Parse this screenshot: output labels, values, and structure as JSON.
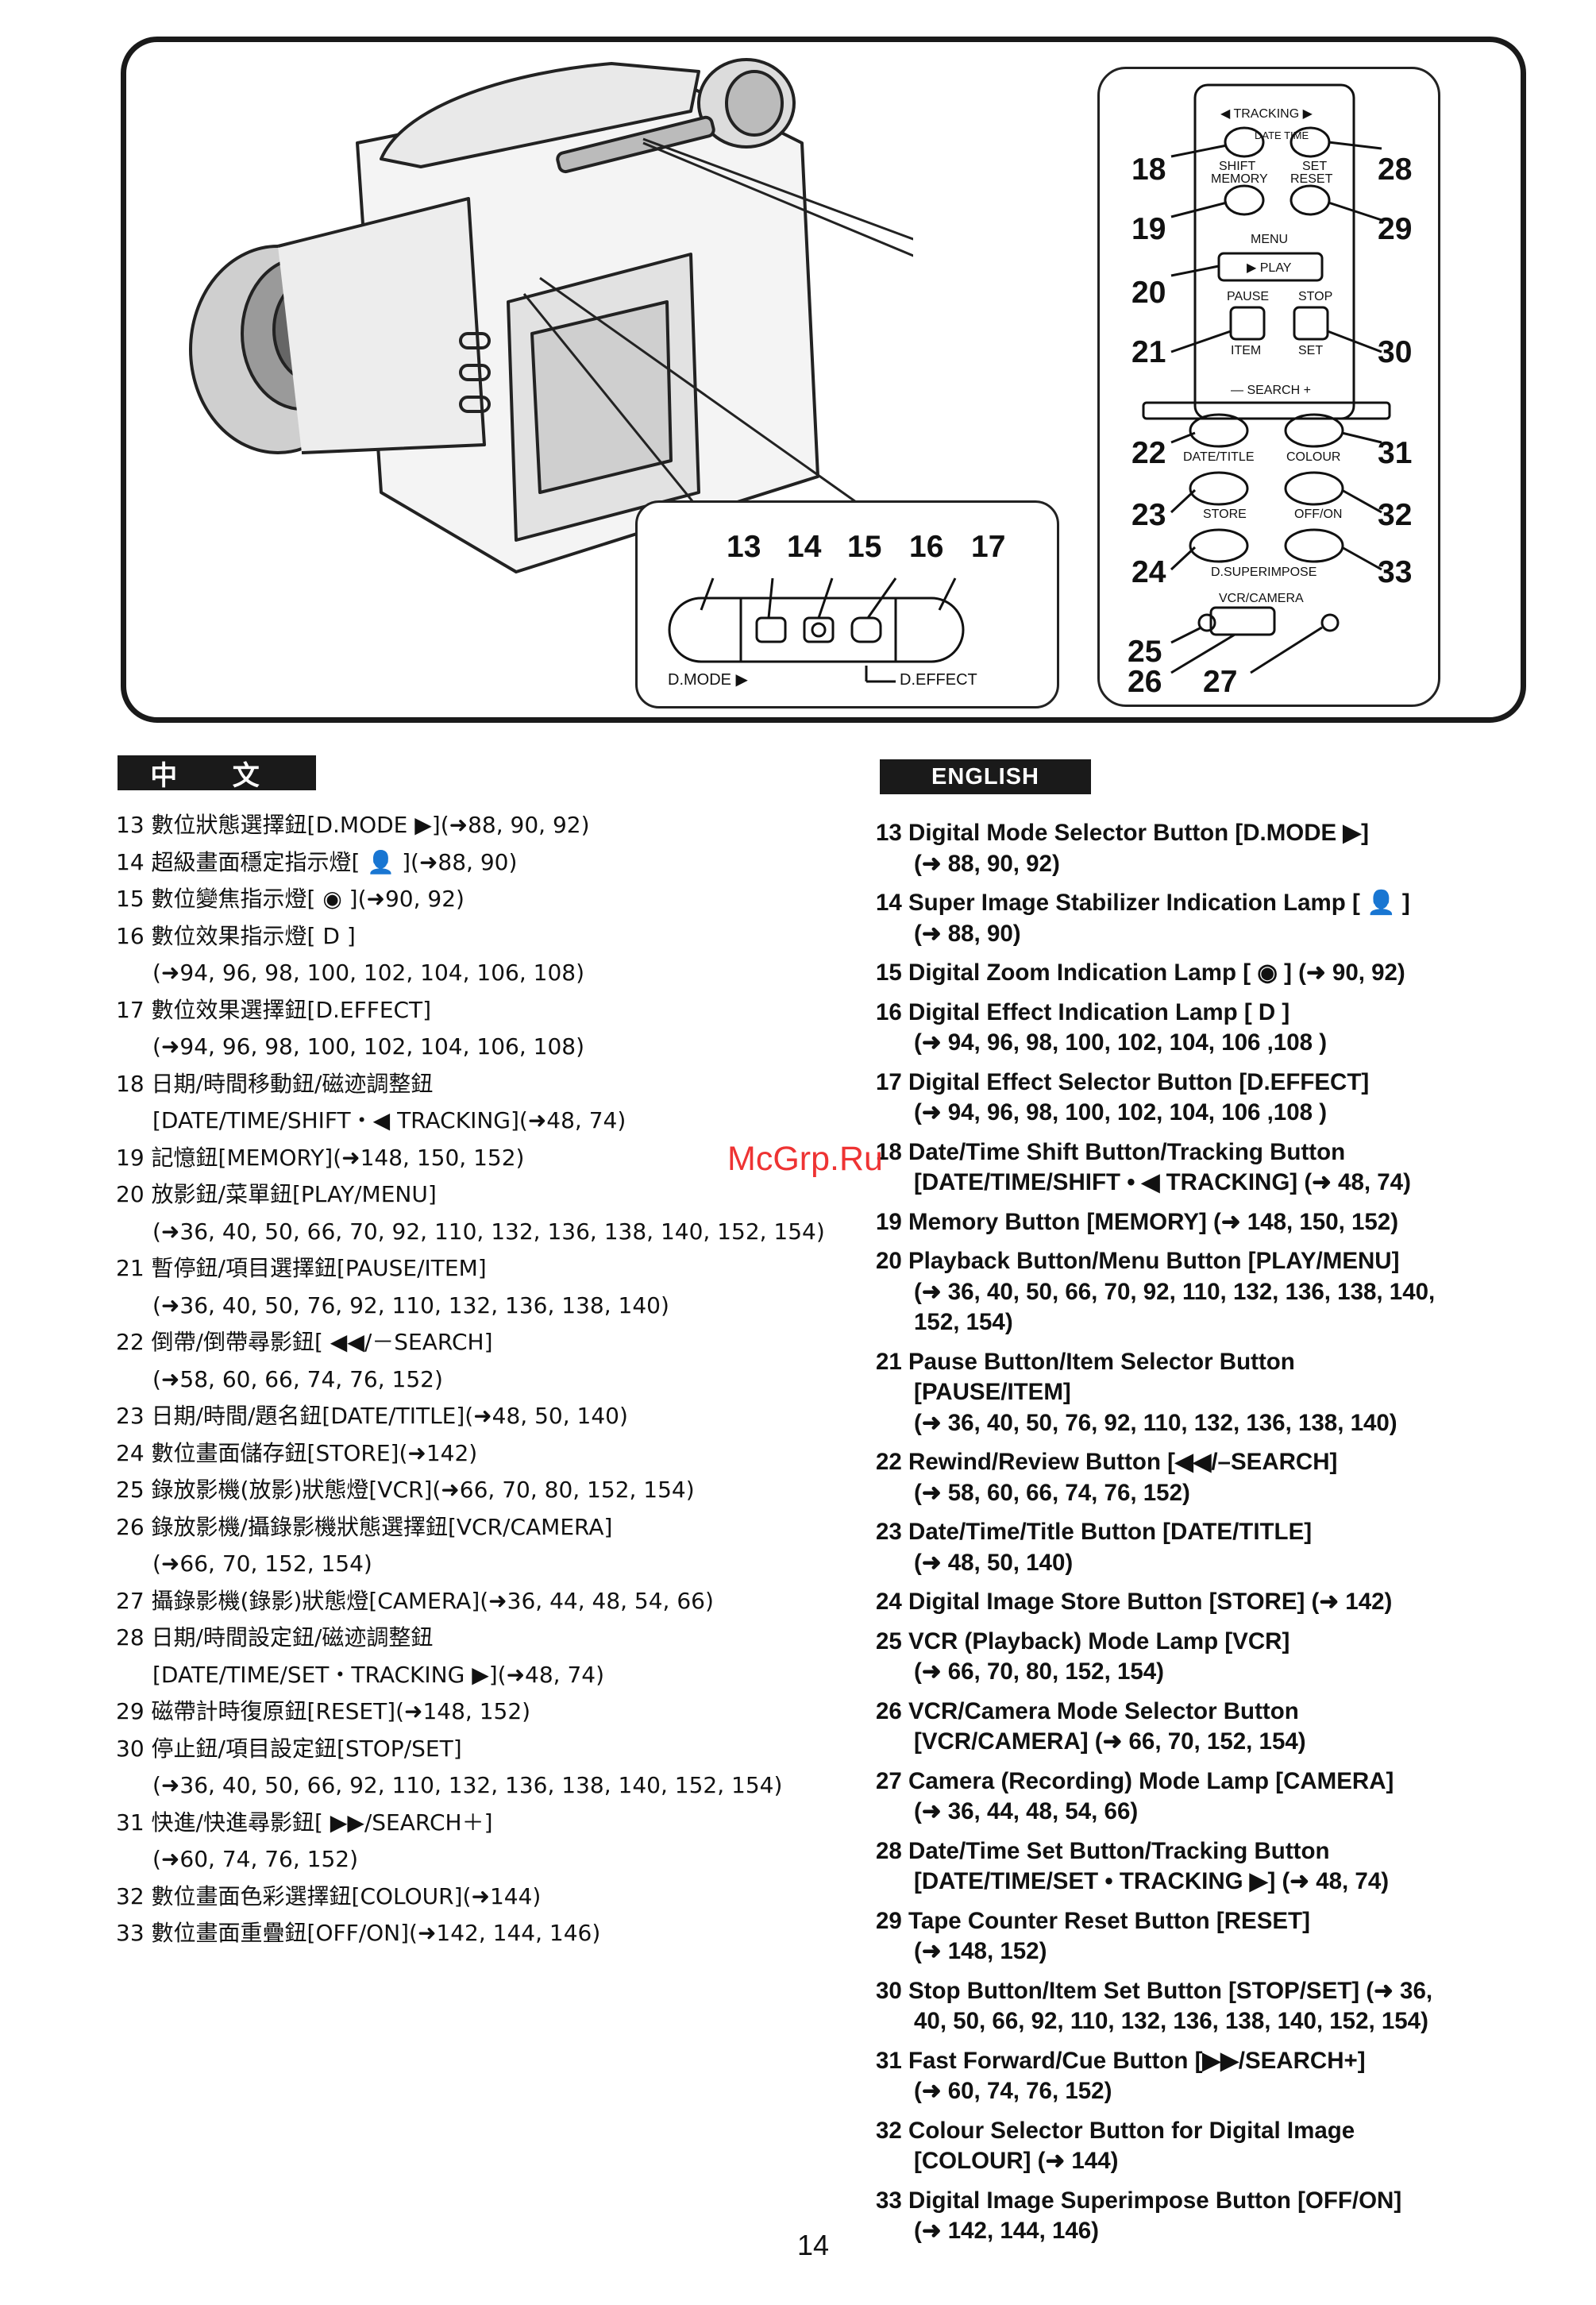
{
  "figure": {
    "callouts_mode": [
      "13",
      "14",
      "15",
      "16",
      "17"
    ],
    "mode_labels": {
      "dmode": "D.MODE ▶",
      "deffect": "D.EFFECT"
    },
    "panel": {
      "tracking": "◀ TRACKING ▶",
      "date_time": "DATE TIME",
      "shift": "SHIFT",
      "set": "SET",
      "memory": "MEMORY",
      "reset": "RESET",
      "menu": "MENU",
      "play": "▶ PLAY",
      "pause": "PAUSE",
      "stop": "STOP",
      "item": "ITEM",
      "set2": "SET",
      "search": "— SEARCH +",
      "date_title": "DATE/TITLE",
      "colour": "COLOUR",
      "store": "STORE",
      "off_on": "OFF/ON",
      "d_superimpose": "D.SUPERIMPOSE",
      "vcr_camera": "VCR/CAMERA"
    },
    "callouts_panel": {
      "n18": "18",
      "n28": "28",
      "n19": "19",
      "n29": "29",
      "n20": "20",
      "n21": "21",
      "n30": "30",
      "n22": "22",
      "n31": "31",
      "n23": "23",
      "n32": "32",
      "n24": "24",
      "n33": "33",
      "n25": "25",
      "n26": "26",
      "n27": "27"
    }
  },
  "sections": {
    "chinese_header": "中 文",
    "english_header": "ENGLISH"
  },
  "chinese_items": [
    "13 數位狀態選擇鈕[D.MODE ▶](➜88, 90, 92)",
    "14 超級畫面穩定指示燈[ 👤 ](➜88, 90)",
    "15 數位變焦指示燈[ ◉ ](➜90, 92)",
    "16 數位效果指示燈[ D ]",
    "(➜94, 96, 98, 100, 102, 104, 106, 108)",
    "17 數位效果選擇鈕[D.EFFECT]",
    "(➜94, 96, 98, 100, 102, 104, 106, 108)",
    "18 日期/時間移動鈕/磁迹調整鈕",
    "[DATE/TIME/SHIFT・◀ TRACKING](➜48, 74)",
    "19 記憶鈕[MEMORY](➜148, 150, 152)",
    "20 放影鈕/菜單鈕[PLAY/MENU]",
    "(➜36, 40, 50, 66, 70, 92, 110, 132, 136, 138, 140, 152, 154)",
    "21 暫停鈕/項目選擇鈕[PAUSE/ITEM]",
    "(➜36, 40, 50, 76, 92, 110, 132, 136, 138, 140)",
    "22 倒帶/倒帶尋影鈕[ ◀◀/－SEARCH]",
    "(➜58, 60, 66, 74, 76, 152)",
    "23 日期/時間/題名鈕[DATE/TITLE](➜48, 50, 140)",
    "24 數位畫面儲存鈕[STORE](➜142)",
    "25 錄放影機(放影)狀態燈[VCR](➜66, 70, 80, 152, 154)",
    "26 錄放影機/攝錄影機狀態選擇鈕[VCR/CAMERA]",
    "(➜66, 70, 152, 154)",
    "27 攝錄影機(錄影)狀態燈[CAMERA](➜36, 44, 48, 54, 66)",
    "28 日期/時間設定鈕/磁迹調整鈕",
    "[DATE/TIME/SET・TRACKING ▶](➜48, 74)",
    "29 磁帶計時復原鈕[RESET](➜148, 152)",
    "30 停止鈕/項目設定鈕[STOP/SET]",
    "(➜36, 40, 50, 66, 92, 110, 132, 136, 138, 140, 152, 154)",
    "31 快進/快進尋影鈕[ ▶▶/SEARCH＋]",
    "(➜60, 74, 76, 152)",
    "32 數位畫面色彩選擇鈕[COLOUR](➜144)",
    "33 數位畫面重疊鈕[OFF/ON](➜142, 144, 146)"
  ],
  "english_items": [
    [
      "13 Digital Mode Selector Button [D.MODE ▶]",
      "(➜ 88, 90, 92)"
    ],
    [
      "14 Super Image Stabilizer Indication Lamp [ 👤 ]",
      "(➜ 88, 90)"
    ],
    [
      "15 Digital Zoom Indication Lamp [ ◉ ] (➜ 90, 92)"
    ],
    [
      "16 Digital Effect Indication Lamp [ D ]",
      "(➜ 94, 96, 98, 100, 102, 104, 106 ,108 )"
    ],
    [
      "17 Digital Effect Selector Button [D.EFFECT]",
      "(➜ 94, 96, 98, 100, 102, 104, 106 ,108 )"
    ],
    [
      "18 Date/Time Shift Button/Tracking Button",
      "[DATE/TIME/SHIFT •  ◀ TRACKING] (➜ 48, 74)"
    ],
    [
      "19 Memory Button [MEMORY] (➜ 148, 150, 152)"
    ],
    [
      "20 Playback Button/Menu Button [PLAY/MENU]",
      "(➜ 36, 40, 50, 66, 70, 92, 110, 132, 136, 138, 140,",
      "152, 154)"
    ],
    [
      "21 Pause Button/Item Selector Button",
      "[PAUSE/ITEM]",
      "(➜ 36, 40, 50, 76, 92, 110, 132, 136, 138, 140)"
    ],
    [
      "22 Rewind/Review Button [◀◀/–SEARCH]",
      "(➜ 58, 60, 66, 74, 76, 152)"
    ],
    [
      "23 Date/Time/Title Button [DATE/TITLE]",
      "(➜ 48, 50, 140)"
    ],
    [
      "24 Digital Image Store Button [STORE] (➜ 142)"
    ],
    [
      "25 VCR (Playback) Mode Lamp [VCR]",
      "(➜ 66, 70, 80, 152, 154)"
    ],
    [
      "26 VCR/Camera Mode Selector Button",
      "[VCR/CAMERA] (➜ 66, 70, 152, 154)"
    ],
    [
      "27 Camera (Recording) Mode Lamp [CAMERA]",
      "(➜ 36, 44, 48, 54, 66)"
    ],
    [
      "28 Date/Time Set Button/Tracking Button",
      "[DATE/TIME/SET • TRACKING ▶] (➜ 48, 74)"
    ],
    [
      "29 Tape Counter Reset Button [RESET]",
      "(➜ 148, 152)"
    ],
    [
      "30 Stop Button/Item Set Button [STOP/SET] (➜ 36,",
      "40, 50, 66, 92, 110, 132, 136, 138, 140, 152, 154)"
    ],
    [
      "31 Fast Forward/Cue Button [▶▶/SEARCH+]",
      "(➜ 60, 74, 76, 152)"
    ],
    [
      "32 Colour Selector Button for Digital Image",
      "[COLOUR] (➜ 144)"
    ],
    [
      "33 Digital Image Superimpose Button [OFF/ON]",
      "(➜ 142, 144, 146)"
    ]
  ],
  "watermark": "McGrp.Ru",
  "page_number": "14"
}
